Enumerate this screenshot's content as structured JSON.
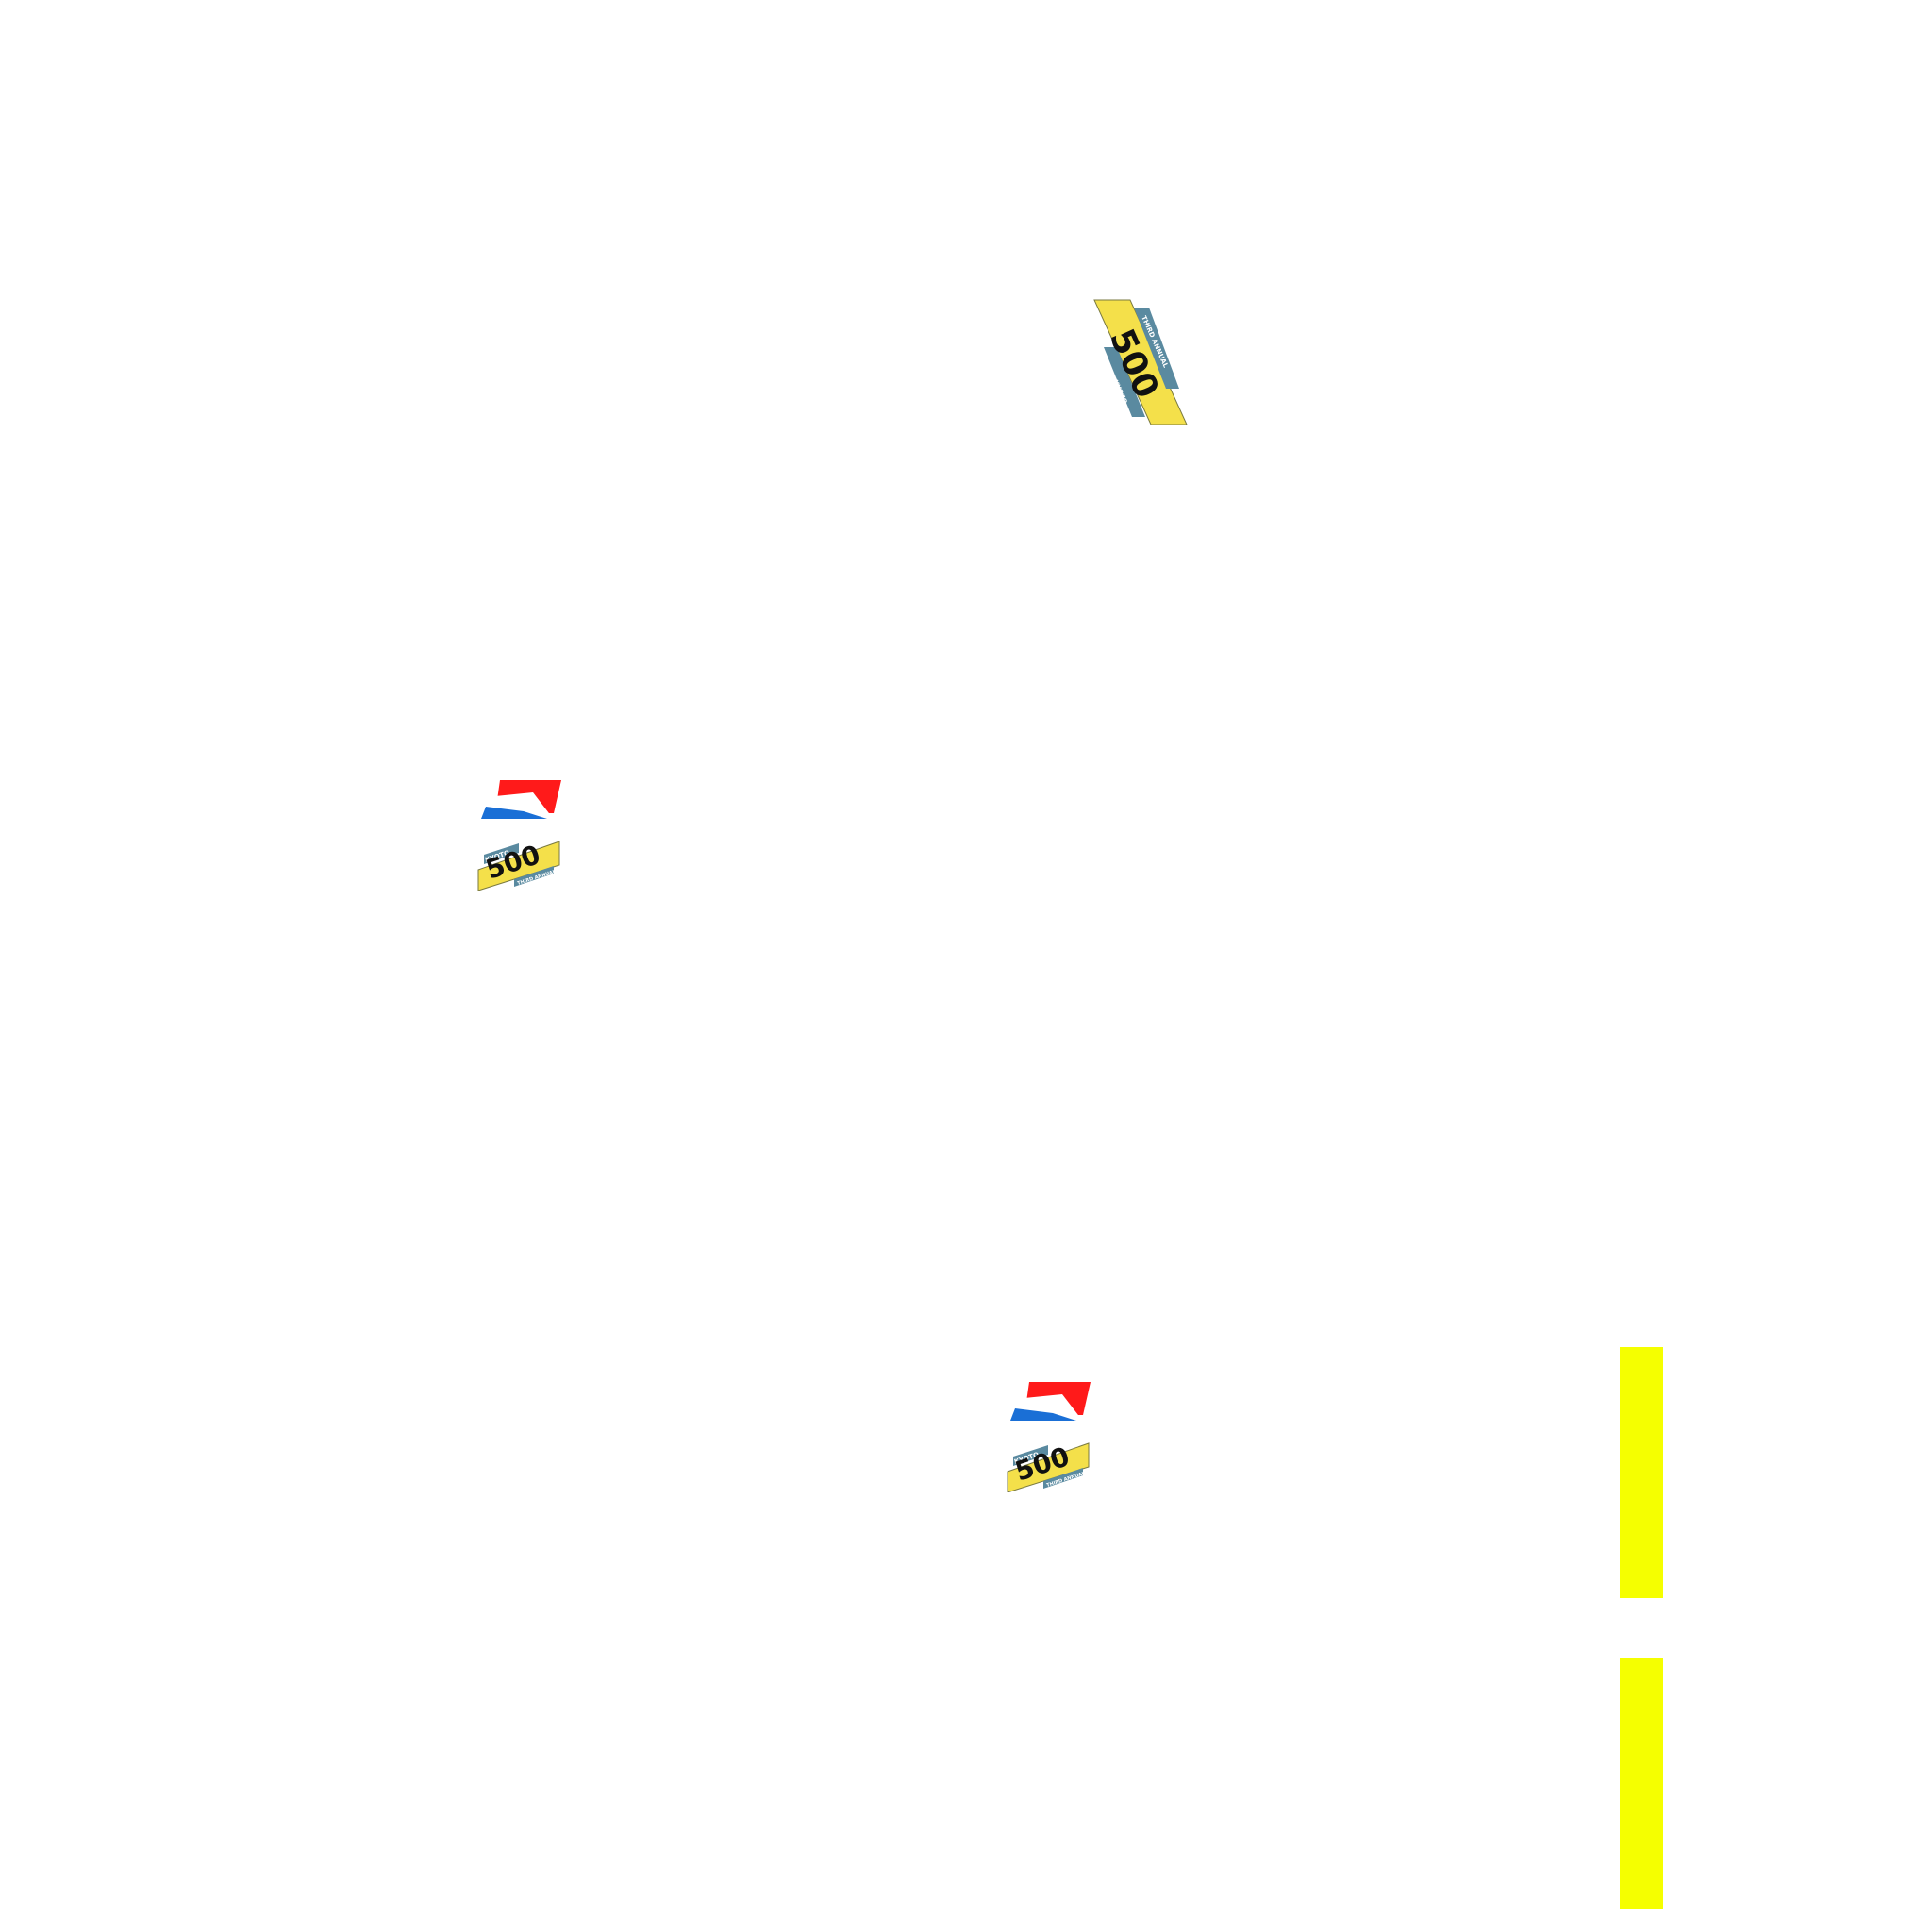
{
  "logos": [
    {
      "name": "kyoto-500-logo",
      "top_text": "KYOTO",
      "number": "500",
      "bottom_text": "THIRD ANNUAL",
      "has_flag": true
    },
    {
      "name": "kyoto-500-logo-rotated",
      "top_text": "KYOTO",
      "number": "500",
      "bottom_text": "THIRD ANNUAL",
      "has_flag": false
    },
    {
      "name": "kyoto-500-logo",
      "top_text": "KYOTO",
      "number": "500",
      "bottom_text": "THIRD ANNUAL",
      "has_flag": true
    }
  ],
  "colors": {
    "yellow_bar": "#f5ff00",
    "logo_yellow": "#f4e04a",
    "logo_blue": "#5a8aa0",
    "flag_red": "#ff1a1a",
    "flag_blue": "#1a6fd6"
  }
}
